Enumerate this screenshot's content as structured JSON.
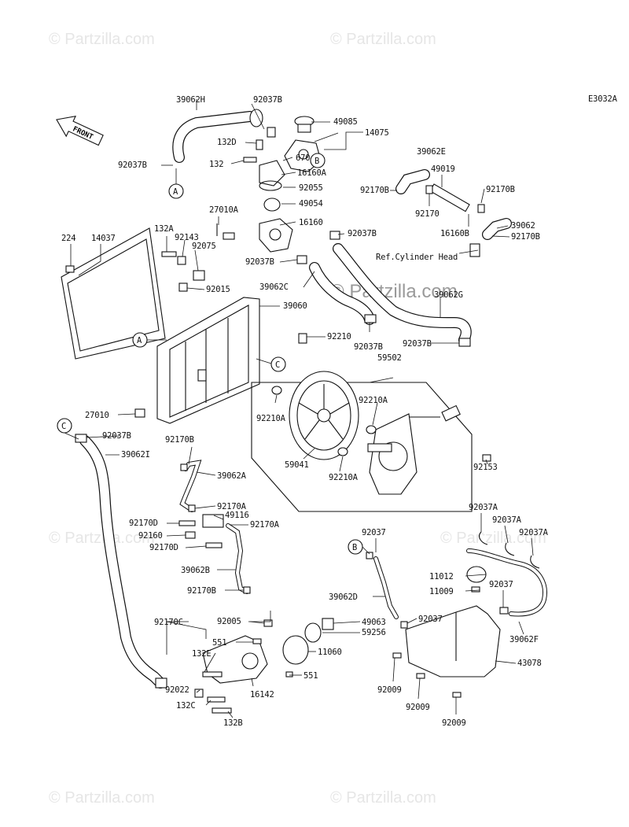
{
  "diagram_code": "E3032A",
  "front_label": "FRONT",
  "reference_note": "Ref.Cylinder Head",
  "watermark_text": "© Partzilla.com",
  "callouts": {
    "A": "A",
    "B": "B",
    "C": "C"
  },
  "parts": [
    "39062H",
    "92037B",
    "49085",
    "14075",
    "132D",
    "670",
    "132",
    "16160A",
    "92037B",
    "92055",
    "49054",
    "39062E",
    "49019",
    "92170B",
    "92170",
    "92170B",
    "16160B",
    "39062",
    "92170B",
    "27010A",
    "16160",
    "92037B",
    "224",
    "14037",
    "132A",
    "92143",
    "92075",
    "92037B",
    "92015",
    "39062C",
    "39060",
    "39062G",
    "92210",
    "92037B",
    "92037B",
    "59502",
    "27010",
    "92210A",
    "92210A",
    "59041",
    "92210A",
    "92153",
    "92037B",
    "39062I",
    "92170B",
    "39062A",
    "92170A",
    "49116",
    "92170D",
    "92170A",
    "92160",
    "92170D",
    "39062B",
    "92170B",
    "92005",
    "49063",
    "59256",
    "551",
    "11060",
    "92170C",
    "132E",
    "551",
    "92022",
    "132C",
    "16142",
    "132B",
    "92037",
    "92037A",
    "92037A",
    "92037A",
    "11012",
    "11009",
    "92037",
    "39062D",
    "92037",
    "39062F",
    "43078",
    "92009",
    "92009",
    "92009"
  ]
}
